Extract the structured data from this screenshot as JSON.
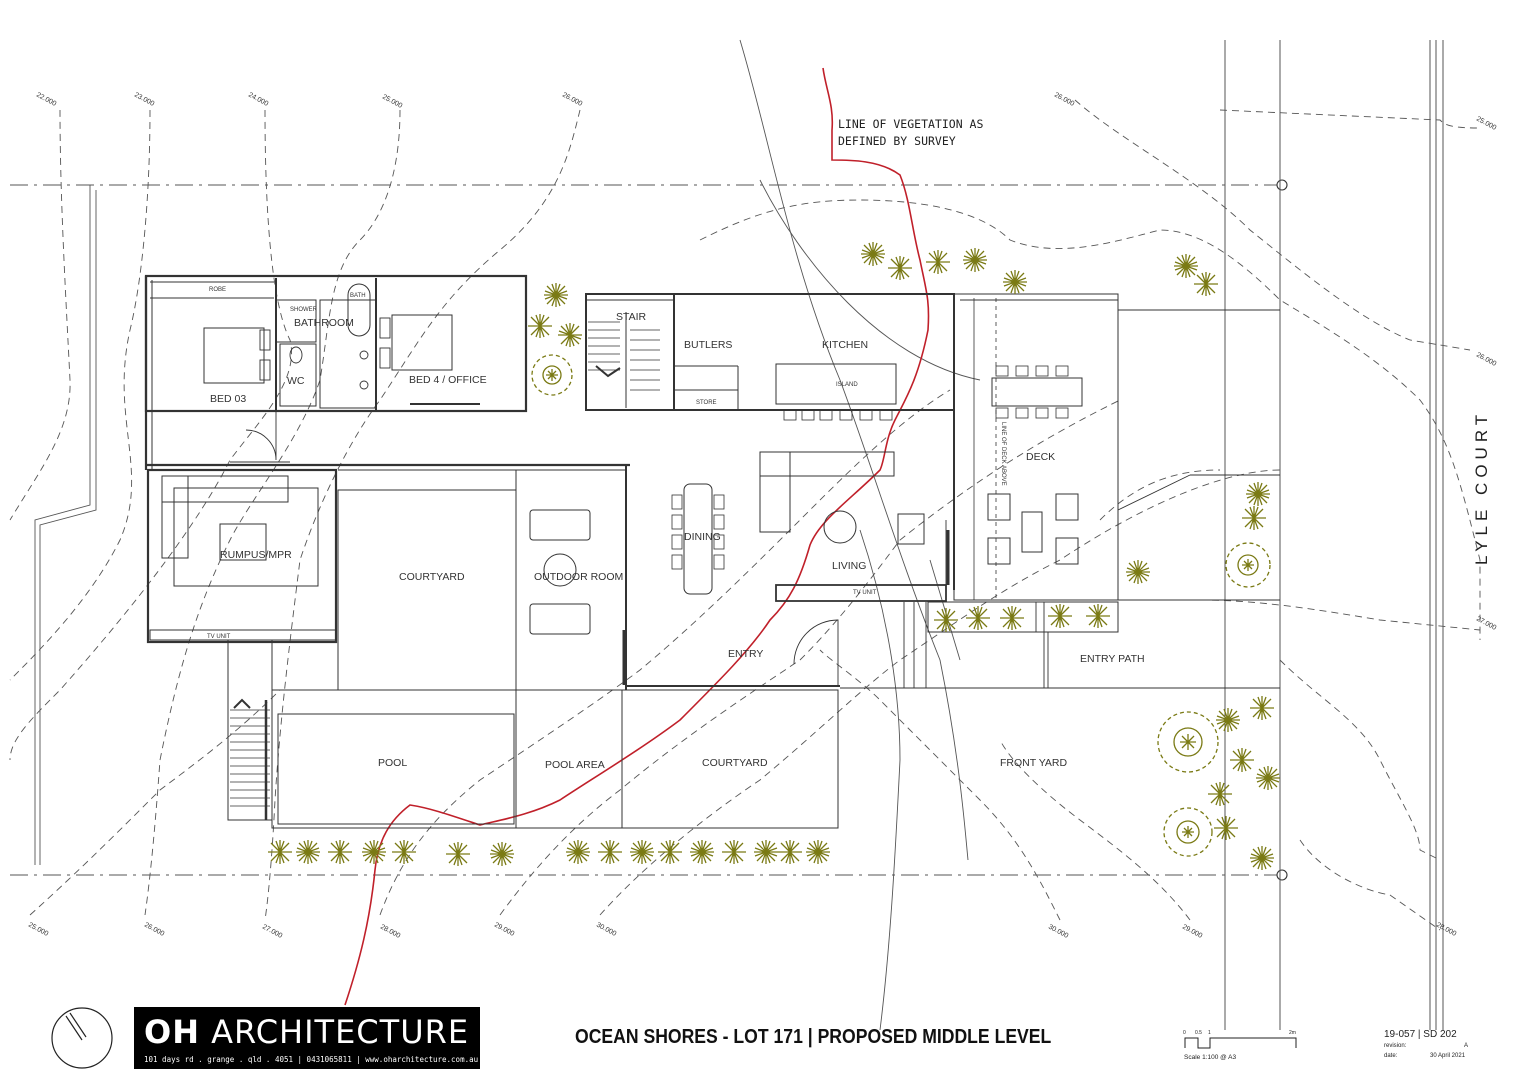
{
  "rooms": {
    "robe": "ROBE",
    "shower": "SHOWER",
    "bath": "BATH",
    "bathroom": "BATHROOM",
    "wc": "WC",
    "bed03": "BED 03",
    "bed4": "BED 4 / OFFICE",
    "stair": "STAIR",
    "butlers": "BUTLERS",
    "store": "STORE",
    "kitchen": "KITCHEN",
    "island": "ISLAND",
    "deck": "DECK",
    "line_of_deck": "LINE OF DECK ABOVE",
    "rumpus": "RUMPUS/MPR",
    "tv_unit_rumpus": "TV UNIT",
    "courtyard_left": "COURTYARD",
    "outdoor_room": "OUTDOOR ROOM",
    "dining": "DINING",
    "living": "LIVING",
    "tv_unit_living": "TV UNIT",
    "entry": "ENTRY",
    "entry_path": "ENTRY PATH",
    "pool": "POOL",
    "pool_area": "POOL AREA",
    "courtyard_front": "COURTYARD",
    "front_yard": "FRONT YARD"
  },
  "annotations": {
    "vegetation_line_1": "LINE OF VEGETATION AS",
    "vegetation_line_2": "DEFINED BY SURVEY",
    "street": "LYLE COURT"
  },
  "contours": {
    "c22": "22.000",
    "c23": "23.000",
    "c24": "24.000",
    "c25top": "25.000",
    "c26top": "26.000",
    "c26topright": "26.000",
    "c25right": "25.000",
    "c26right": "26.000",
    "c27right": "27.000",
    "c28right": "28.000",
    "c25bot": "25.000",
    "c26bot": "26.000",
    "c27bot": "27.000",
    "c28bot": "28.000",
    "c29bot": "29.000",
    "c30bot": "30.000",
    "c30bot2": "30.000",
    "c29bot2": "29.000"
  },
  "title_block": {
    "firm_name_bold": "OH",
    "firm_name_rest": " ARCHITECTURE",
    "firm_address": "101 days rd . grange . qld . 4051 | 0431065811 | www.oharchitecture.com.au",
    "drawing_title": "OCEAN SHORES - LOT 171 | PROPOSED MIDDLE LEVEL",
    "scale_note": "Scale 1:100 @ A3",
    "scale_0": "0",
    "scale_05": "0.5",
    "scale_1": "1",
    "scale_2": "2m",
    "drawing_number": "19-057 | SD 202",
    "revision_label": "revision:",
    "revision_value": "A",
    "date_label": "date:",
    "date_value": "30 April 2021"
  },
  "colors": {
    "line": "#333333",
    "vegetation_line": "#c0202a",
    "plant": "#7a7a14"
  }
}
